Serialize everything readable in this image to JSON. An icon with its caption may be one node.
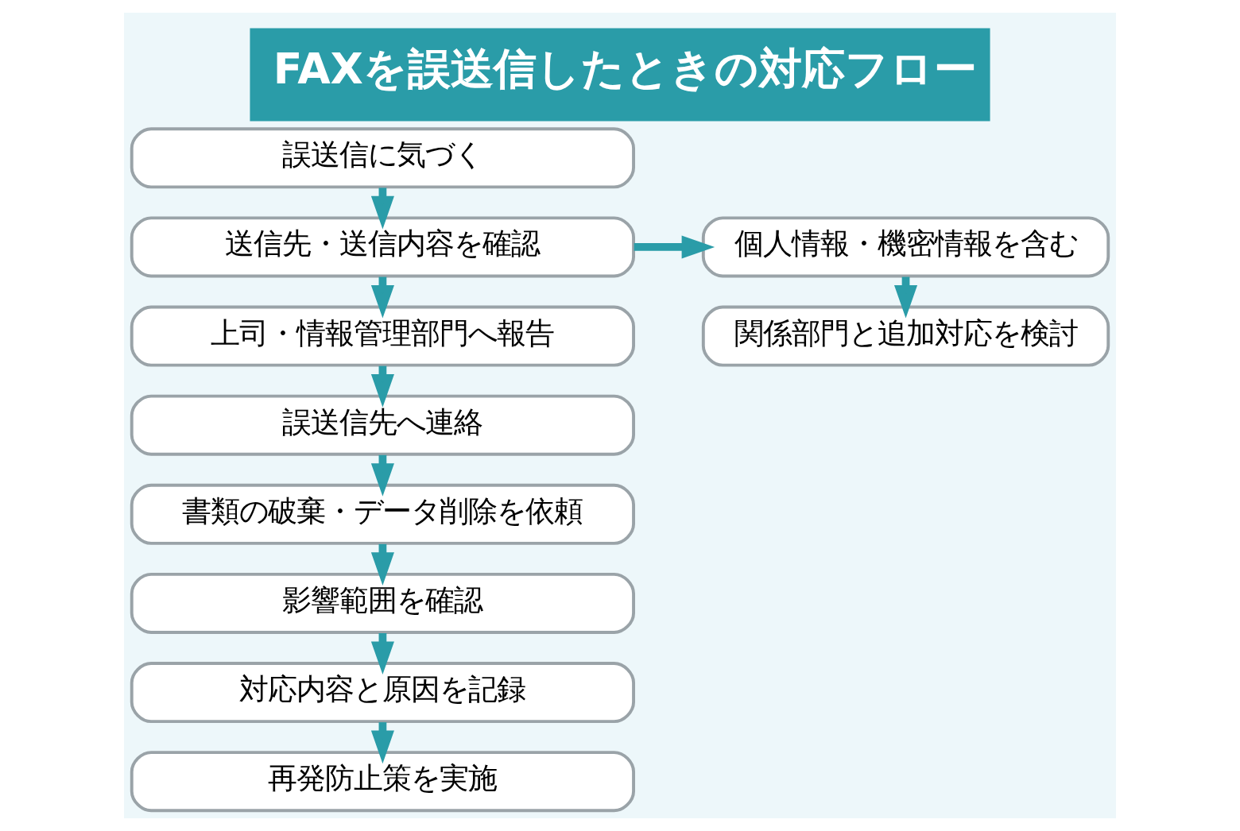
{
  "diagram": {
    "title": "FAXを誤送信したときの対応フロー",
    "nodes": [
      {
        "text": [
          "誤送信に気づく"
        ]
      },
      {
        "text": [
          "送信先・送信内容を確認"
        ]
      },
      {
        "text": [
          "上司・情報管理部門へ報告"
        ]
      },
      {
        "text": [
          "誤送信先へ連絡"
        ]
      },
      {
        "text": [
          "書類の破棄・データ削除を依頼"
        ]
      },
      {
        "text": [
          "影響範囲を確認"
        ]
      },
      {
        "text": [
          "対応内容と原因を記録"
        ]
      },
      {
        "text": [
          "再発防止策を実施"
        ]
      },
      {
        "text": [
          "個人情報・機密情報を含む"
        ]
      },
      {
        "text": [
          "関係部門と追加対応を検討"
        ]
      }
    ],
    "edges": [
      {
        "from": 0,
        "to": 1,
        "arrow": "to"
      },
      {
        "from": 1,
        "to": 2,
        "arrow": "to"
      },
      {
        "from": 2,
        "to": 3,
        "arrow": "to"
      },
      {
        "from": 3,
        "to": 4,
        "arrow": "to"
      },
      {
        "from": 4,
        "to": 5,
        "arrow": "to"
      },
      {
        "from": 5,
        "to": 6,
        "arrow": "to"
      },
      {
        "from": 6,
        "to": 7,
        "arrow": "to"
      },
      {
        "from": 1,
        "to": 8,
        "arrow": "to"
      },
      {
        "from": 8,
        "to": 9,
        "arrow": "to"
      }
    ]
  }
}
